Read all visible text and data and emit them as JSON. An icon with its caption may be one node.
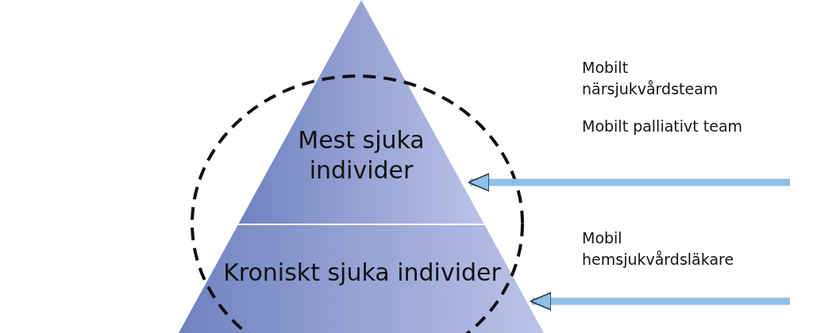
{
  "diagram": {
    "nodes": [
      {
        "text": [
          "Mest sjuka individer"
        ]
      },
      {
        "text": [
          "Kroniskt sjuka individer"
        ]
      }
    ],
    "edges": [
      {
        "from": null,
        "to": 0,
        "arrow": "to"
      },
      {
        "from": null,
        "to": 1,
        "arrow": "to"
      }
    ],
    "labels": [
      "Mobilt närsjukvårdsteam",
      "Mobilt palliativt team",
      "Mobil hemsjukvårdsläkare"
    ]
  }
}
